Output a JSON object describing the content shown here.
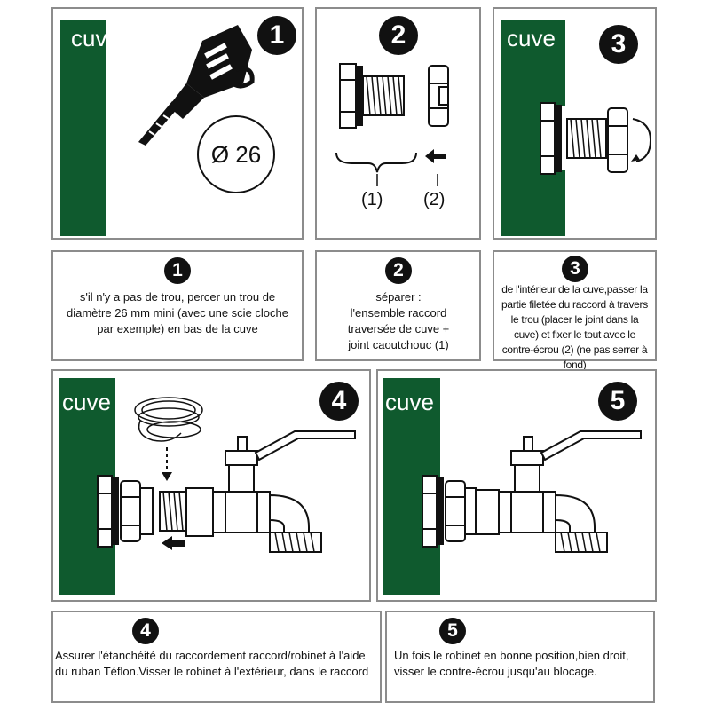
{
  "tank_label": "cuve",
  "steps": [
    {
      "number": "1",
      "diameter_label": "Ø 26",
      "text": "s'il n'y a pas de trou, percer un trou de diamètre 26 mm mini (avec une scie cloche par exemple) en bas de la cuve"
    },
    {
      "number": "2",
      "label_1": "(1)",
      "label_2": "(2)",
      "text": "séparer : l'ensemble raccord traversée de cuve + joint caoutchouc (1)"
    },
    {
      "number": "3",
      "text": "de l'intérieur de la cuve,passer la partie filetée du raccord à travers le trou (placer le joint dans la cuve) et fixer le tout avec le contre-écrou (2) (ne pas serrer à fond)"
    },
    {
      "number": "4",
      "text": "Assurer l'étanchéité du raccordement raccord/robinet à l'aide du ruban Téflon.Visser le robinet à l'extérieur, dans le raccord"
    },
    {
      "number": "5",
      "text": "Un fois le robinet en bonne position,bien droit, visser le contre-écrou jusqu'au blocage."
    }
  ],
  "colors": {
    "tank": "#0f5a2e",
    "border": "#8c8c8c",
    "ink": "#111111"
  }
}
